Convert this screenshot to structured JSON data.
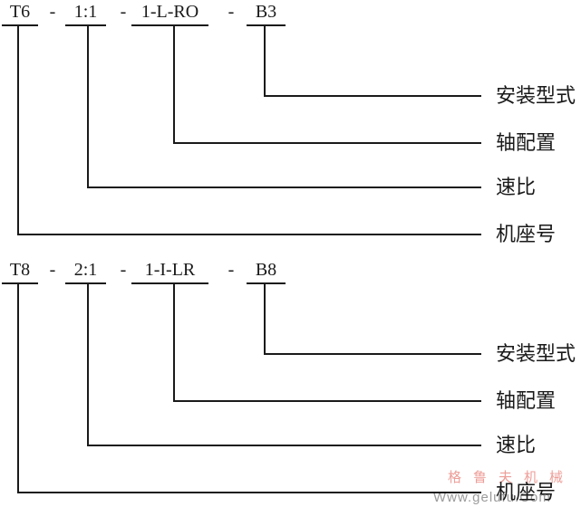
{
  "diagrams": [
    {
      "code": {
        "part1": "T6",
        "sep1": "-",
        "part2": "1:1",
        "sep2": "-",
        "part3": "1-L-RO",
        "sep3": "-",
        "part4": "B3"
      },
      "labels": {
        "mounting_type": "安装型式",
        "shaft_configuration": "轴配置",
        "speed_ratio": "速比",
        "frame_size": "机座号"
      }
    },
    {
      "code": {
        "part1": "T8",
        "sep1": "-",
        "part2": "2:1",
        "sep2": "-",
        "part3": "1-I-LR",
        "sep3": "-",
        "part4": "B8"
      },
      "labels": {
        "mounting_type": "安装型式",
        "shaft_configuration": "轴配置",
        "speed_ratio": "速比",
        "frame_size": "机座号"
      }
    }
  ],
  "watermark": {
    "brand": "格鲁夫机械",
    "url": "Www.gelufu.Com"
  },
  "colors": {
    "line": "#1a1a1a",
    "text": "#1a1a1a",
    "watermark_brand": "#ed9e98",
    "watermark_url": "#9b9b9b",
    "background": "#ffffff"
  }
}
